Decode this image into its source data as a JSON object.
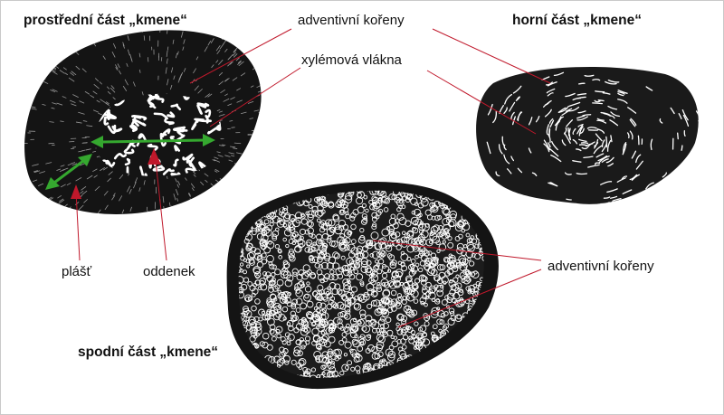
{
  "labels": {
    "middle_title": "prostřední část „kmene“",
    "top_title": "horní část „kmene“",
    "bottom_title": "spodní část „kmene“",
    "adventitious_roots_top": "adventivní kořeny",
    "xylem_fibers": "xylémová vlákna",
    "mantle": "plášť",
    "rhizome": "oddenek",
    "adventitious_roots_bottom": "adventivní kořeny"
  },
  "colors": {
    "section_fill": "#141414",
    "texture": "#ffffff",
    "leader_line": "#c0182b",
    "arrow_green": "#35a82f",
    "arrow_red": "#c0182b"
  }
}
